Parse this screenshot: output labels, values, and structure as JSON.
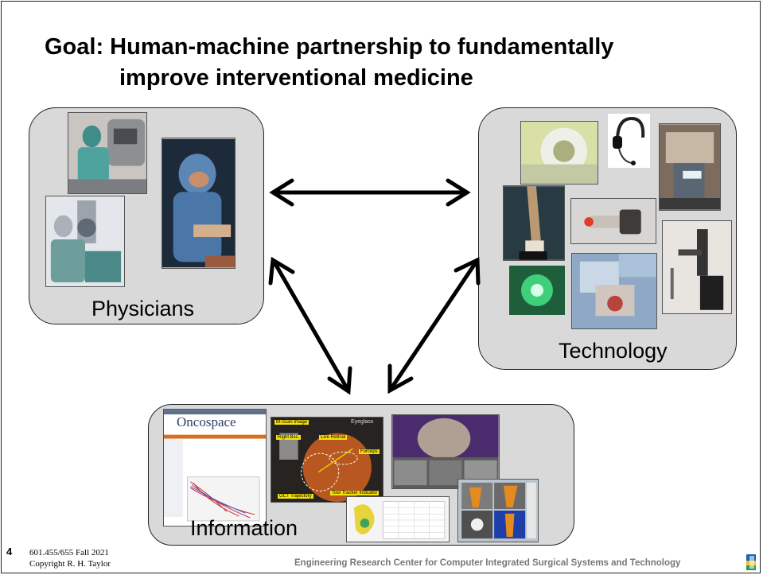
{
  "title": {
    "line1": "Goal: Human-machine partnership to fundamentally",
    "line2": "improve interventional medicine"
  },
  "nodes": {
    "physicians": {
      "label": "Physicians"
    },
    "technology": {
      "label": "Technology"
    },
    "information": {
      "label": "Information"
    }
  },
  "info_images": {
    "oncospace_title": "Oncospace",
    "retina_title": "Eyeglass",
    "retina_callouts": [
      "M-Scan Image",
      "Right Bsc.",
      "Live Retinal",
      "Forceps",
      "OCT Trajectory",
      "Tool Tracker Indicator"
    ]
  },
  "footer": {
    "slide_number": "4",
    "course": "601.455/655 Fall 2021",
    "copyright": "Copyright R. H. Taylor",
    "center": "Engineering Research Center for Computer Integrated Surgical Systems and Technology"
  },
  "colors": {
    "box_fill": "#d9d9d9",
    "arrow": "#000000",
    "footer_text": "#777777"
  }
}
